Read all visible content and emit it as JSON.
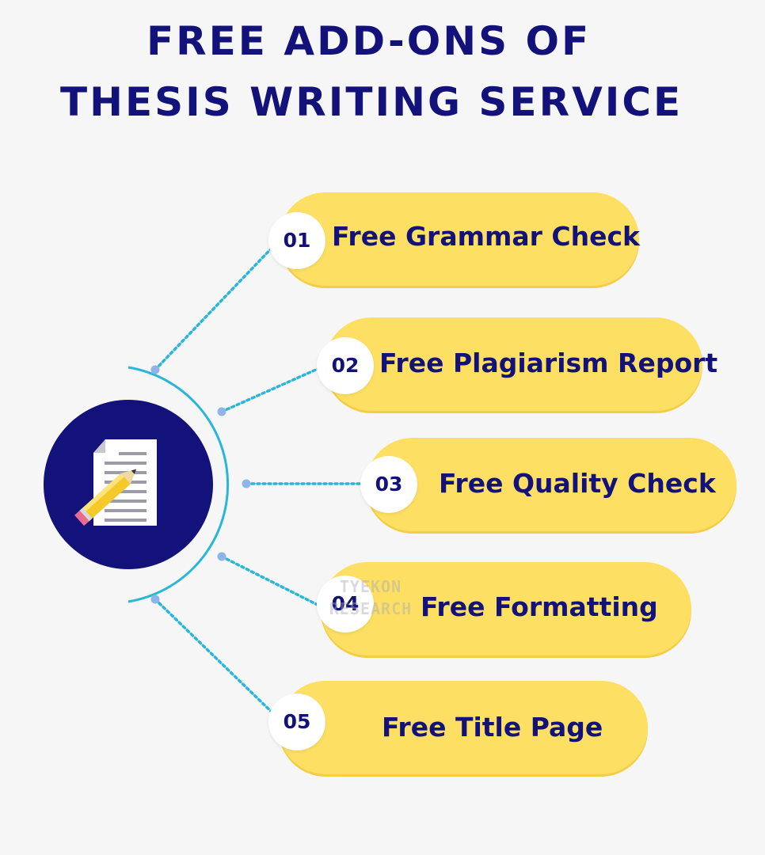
{
  "title": {
    "line1": "FREE ADD-ONS OF",
    "line2": "THESIS WRITING SERVICE"
  },
  "colors": {
    "navy": "#12127a",
    "pill": "#fde063",
    "connector": "#29b6d8",
    "node": "#8fb4e8"
  },
  "hub": {
    "icon": "document-pencil-icon"
  },
  "items": [
    {
      "number": "01",
      "label": "Free Grammar Check"
    },
    {
      "number": "02",
      "label": "Free Plagiarism Report"
    },
    {
      "number": "03",
      "label": "Free Quality Check"
    },
    {
      "number": "04",
      "label": "Free Formatting"
    },
    {
      "number": "05",
      "label": "Free Title Page"
    }
  ],
  "watermark": {
    "line1": "TYEKON",
    "line2": "RESEARCH"
  }
}
